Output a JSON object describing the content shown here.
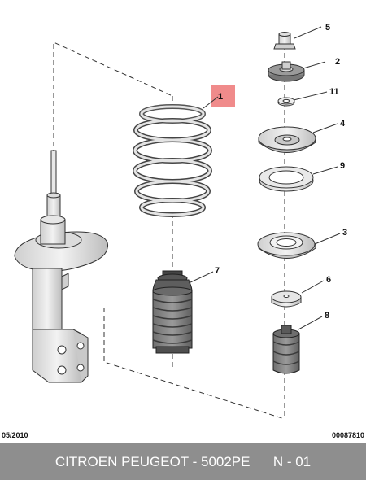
{
  "callouts": {
    "c1": "1",
    "c2": "2",
    "c3": "3",
    "c4": "4",
    "c5": "5",
    "c6": "6",
    "c7": "7",
    "c8": "8",
    "c9": "9",
    "c11": "11"
  },
  "highlight_color": "#f08b8b",
  "meta": {
    "date": "05/2010",
    "reference": "00087810"
  },
  "footer": {
    "part_number": "CITROEN PEUGEOT - 5002PE",
    "sheet": "N - 01"
  }
}
